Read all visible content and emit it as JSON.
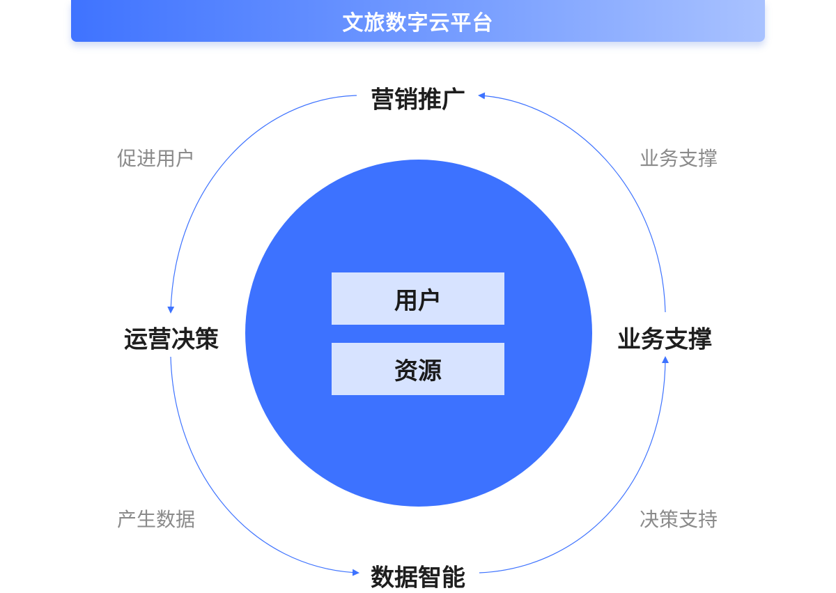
{
  "header": {
    "title": "文旅数字云平台"
  },
  "center": {
    "top_label": "用户",
    "bottom_label": "资源"
  },
  "nodes": {
    "top": "营销推广",
    "right": "业务支撑",
    "bottom": "数据智能",
    "left": "运营决策"
  },
  "edge_labels": {
    "top_left": "促进用户",
    "top_right": "业务支撑",
    "bottom_left": "产生数据",
    "bottom_right": "决策支持"
  },
  "colors": {
    "title_gradient_start": "#3f73ff",
    "title_gradient_end": "#a9c2ff",
    "circle_fill": "#3d72ff",
    "inner_box_fill": "#d7e3ff",
    "arrow_color": "#3d72ff",
    "edge_label_color": "#8a8a8a"
  }
}
